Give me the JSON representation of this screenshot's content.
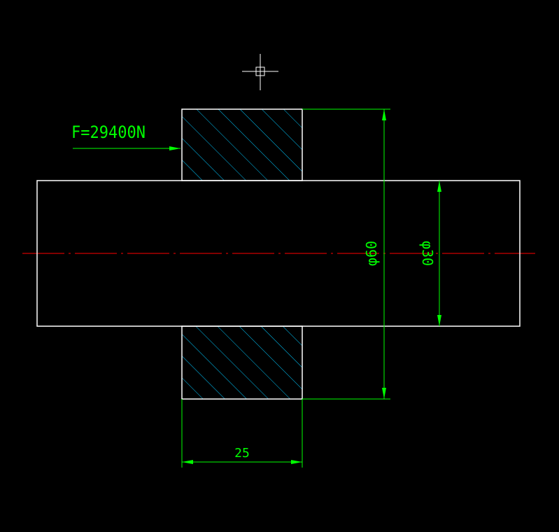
{
  "drawing": {
    "force_label": "F=29400N",
    "outer_diameter_label": "φ60",
    "inner_diameter_label": "φ30",
    "hub_width_label": "25"
  },
  "colors": {
    "background": "#000000",
    "outline": "#ffffff",
    "dimension": "#00ff00",
    "hatch": "#00c8ff",
    "centerline": "#ff0000"
  },
  "icons": {
    "cursor": "cad-crosshair-icon"
  }
}
